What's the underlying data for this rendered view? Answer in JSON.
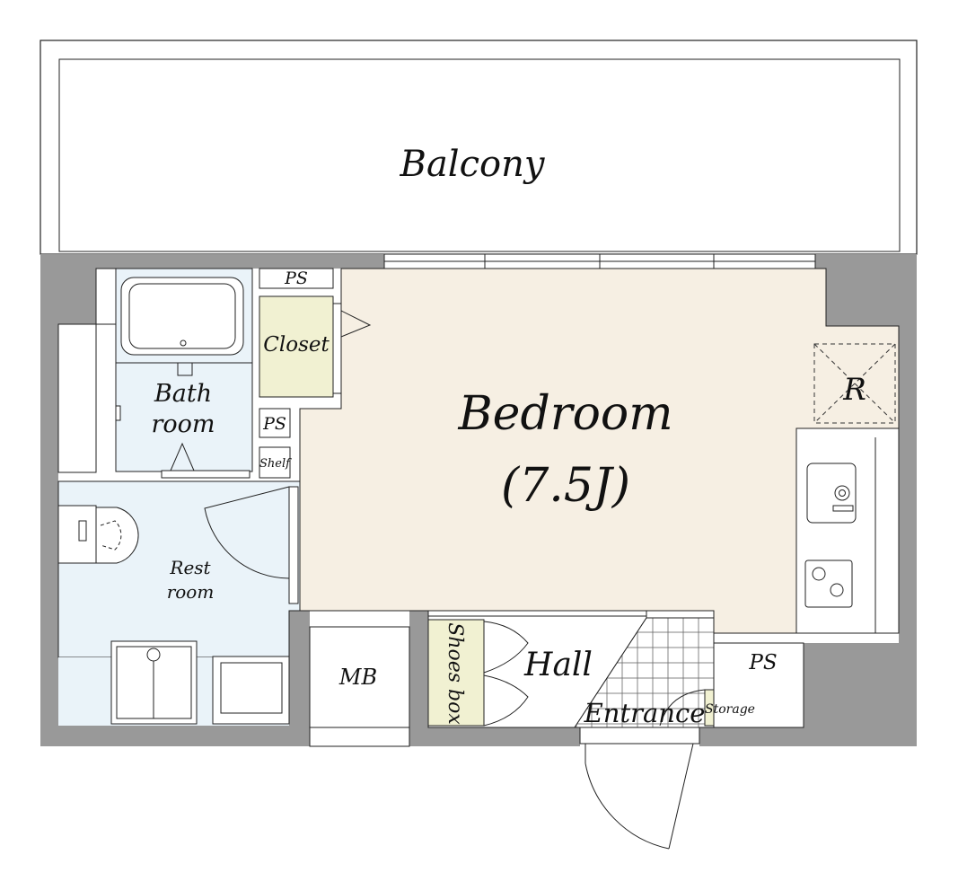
{
  "rooms": {
    "balcony": "Balcony",
    "bedroom": "Bedroom",
    "bedroom_size": "(7.5J)",
    "bathroom_line1": "Bath",
    "bathroom_line2": "room",
    "restroom_line1": "Rest",
    "restroom_line2": "room",
    "closet": "Closet",
    "ps_top": "PS",
    "ps_mid": "PS",
    "ps_right": "PS",
    "shelf": "Shelf",
    "mb": "MB",
    "shoes_box": "Shoes box",
    "hall": "Hall",
    "entrance": "Entrance",
    "storage": "Storage",
    "refrigerator": "R"
  },
  "colors": {
    "wall": "#999999",
    "bedroom_floor": "#f6efe3",
    "wet_area": "#eaf3f9",
    "storage_fill": "#f1f1d2",
    "line": "#222222"
  }
}
